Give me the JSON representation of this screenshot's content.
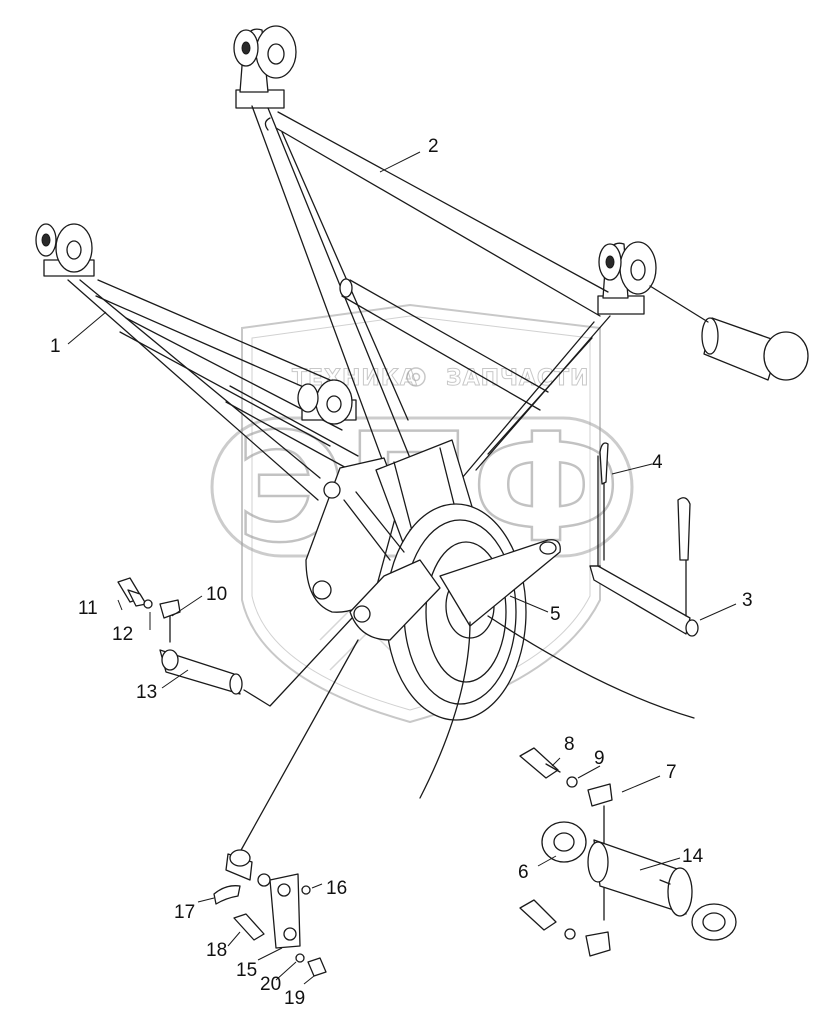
{
  "watermark": {
    "brand_left": "ТЕХНИКА",
    "brand_right": "ЗАПЧАСТИ",
    "logo": "ЭПФ",
    "color": "#9a9a9a"
  },
  "callouts": [
    {
      "id": "1",
      "label": "1"
    },
    {
      "id": "2",
      "label": "2"
    },
    {
      "id": "3",
      "label": "3"
    },
    {
      "id": "4",
      "label": "4"
    },
    {
      "id": "5",
      "label": "5"
    },
    {
      "id": "6",
      "label": "6"
    },
    {
      "id": "7",
      "label": "7"
    },
    {
      "id": "8",
      "label": "8"
    },
    {
      "id": "9",
      "label": "9"
    },
    {
      "id": "10",
      "label": "10"
    },
    {
      "id": "11",
      "label": "11"
    },
    {
      "id": "12",
      "label": "12"
    },
    {
      "id": "13",
      "label": "13"
    },
    {
      "id": "14",
      "label": "14"
    },
    {
      "id": "15",
      "label": "15"
    },
    {
      "id": "16",
      "label": "16"
    },
    {
      "id": "17",
      "label": "17"
    },
    {
      "id": "18",
      "label": "18"
    },
    {
      "id": "19",
      "label": "19"
    },
    {
      "id": "20",
      "label": "20"
    }
  ]
}
